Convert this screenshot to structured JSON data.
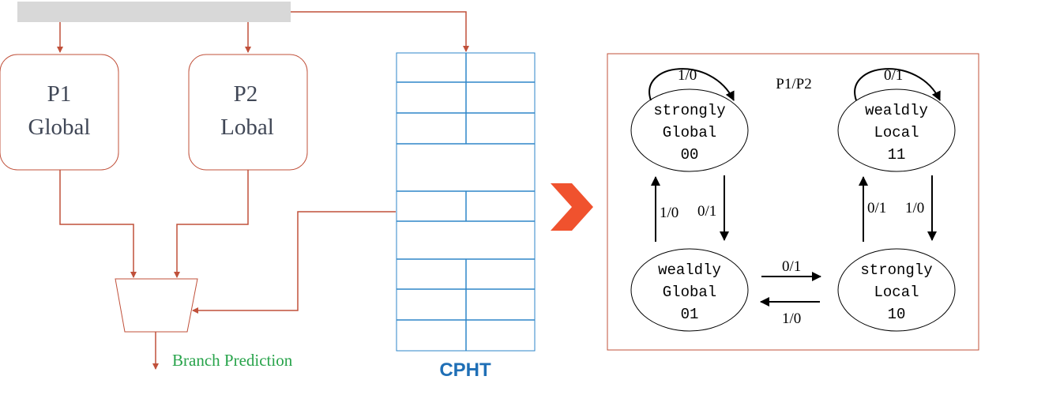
{
  "predictors": {
    "p1": {
      "name": "P1",
      "type": "Global"
    },
    "p2": {
      "name": "P2",
      "type": "Lobal"
    }
  },
  "output_label": "Branch Prediction",
  "cpht_label": "CPHT",
  "state_machine": {
    "legend": "P1/P2",
    "states": {
      "strongly_global": {
        "line1": "strongly",
        "line2": "Global",
        "code": "00"
      },
      "wealdly_local": {
        "line1": "wealdly",
        "line2": "Local",
        "code": "11"
      },
      "wealdly_global": {
        "line1": "wealdly",
        "line2": "Global",
        "code": "01"
      },
      "strongly_local": {
        "line1": "strongly",
        "line2": "Local",
        "code": "10"
      }
    },
    "transitions": {
      "sg_self": "1/0",
      "wl_self": "0/1",
      "wg_to_sg": "1/0",
      "sg_to_wg": "0/1",
      "sl_to_wl": "0/1",
      "wl_to_sl": "1/0",
      "wg_to_sl": "0/1",
      "sl_to_wg": "1/0"
    }
  },
  "colors": {
    "accent": "#c0503a",
    "cpht_blue": "#2e86c8",
    "cpht_label": "#1f6fb6",
    "green": "#27a34a",
    "gray_bar": "#d8d8d8",
    "chevron": "#f0522e",
    "text_dark": "#404756"
  }
}
